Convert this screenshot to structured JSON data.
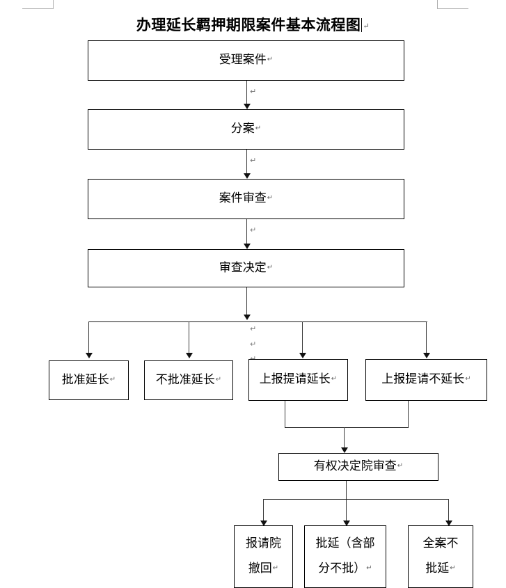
{
  "document": {
    "title": "办理延长羁押期限案件基本流程图",
    "pilcrow": "↵",
    "corner_marks": [
      "page-corner-top-left",
      "page-corner-top-right"
    ]
  },
  "chart_data": {
    "type": "diagram",
    "diagram_kind": "flowchart",
    "orientation": "top-to-bottom",
    "title": "办理延长羁押期限案件基本流程图",
    "nodes": [
      {
        "id": "n1",
        "label": "受理案件",
        "lines": [
          "受理案件"
        ],
        "level": 1
      },
      {
        "id": "n2",
        "label": "分案",
        "lines": [
          "分案"
        ],
        "level": 2
      },
      {
        "id": "n3",
        "label": "案件审查",
        "lines": [
          "案件审查"
        ],
        "level": 3
      },
      {
        "id": "n4",
        "label": "审查决定",
        "lines": [
          "审查决定"
        ],
        "level": 4
      },
      {
        "id": "n5",
        "label": "批准延长",
        "lines": [
          "批准延长"
        ],
        "level": 5
      },
      {
        "id": "n6",
        "label": "不批准延长",
        "lines": [
          "不批准延长"
        ],
        "level": 5
      },
      {
        "id": "n7",
        "label": "上报提请延长",
        "lines": [
          "上报提请延长"
        ],
        "level": 5
      },
      {
        "id": "n8",
        "label": "上报提请不延长",
        "lines": [
          "上报提请不延长"
        ],
        "level": 5
      },
      {
        "id": "n9",
        "label": "有权决定院审查",
        "lines": [
          "有权决定院审查"
        ],
        "level": 6
      },
      {
        "id": "n10",
        "label": "报请院撤回",
        "lines": [
          "报请院",
          "撤回"
        ],
        "level": 7
      },
      {
        "id": "n11",
        "label": "批延（含部分不批）",
        "lines": [
          "批延（含部",
          "分不批）"
        ],
        "level": 7
      },
      {
        "id": "n12",
        "label": "全案不批延",
        "lines": [
          "全案不",
          "批延"
        ],
        "level": 7
      }
    ],
    "edges": [
      {
        "from": "n1",
        "to": "n2"
      },
      {
        "from": "n2",
        "to": "n3"
      },
      {
        "from": "n3",
        "to": "n4"
      },
      {
        "from": "n4",
        "to": "n5"
      },
      {
        "from": "n4",
        "to": "n6"
      },
      {
        "from": "n4",
        "to": "n7"
      },
      {
        "from": "n4",
        "to": "n8"
      },
      {
        "from": "n7",
        "to": "n9"
      },
      {
        "from": "n8",
        "to": "n9"
      },
      {
        "from": "n9",
        "to": "n10"
      },
      {
        "from": "n9",
        "to": "n11"
      },
      {
        "from": "n9",
        "to": "n12"
      }
    ]
  },
  "boxes": {
    "accept_case": {
      "text": "受理案件"
    },
    "assign_case": {
      "text": "分案"
    },
    "case_review": {
      "text": "案件审查"
    },
    "review_decision": {
      "text": "审查决定"
    },
    "approve_extend": {
      "text": "批准延长"
    },
    "not_approve_extend": {
      "text": "不批准延长"
    },
    "report_request_extend": {
      "text": "上报提请延长"
    },
    "report_request_not_extend": {
      "text": "上报提请不延长"
    },
    "authorized_court_review": {
      "text": "有权决定院审查"
    },
    "request_withdraw": {
      "line1": "报请院",
      "line2": "撤回"
    },
    "approve_partial": {
      "line1": "批延（含部",
      "line2": "分不批）"
    },
    "whole_case_reject": {
      "line1": "全案不",
      "line2": "批延"
    }
  },
  "colors": {
    "box_border": "#000000",
    "connector": "#1a1a1a",
    "text": "#000000",
    "mark": "#777777",
    "crop_mark": "#b0b0b0",
    "background": "#ffffff"
  }
}
